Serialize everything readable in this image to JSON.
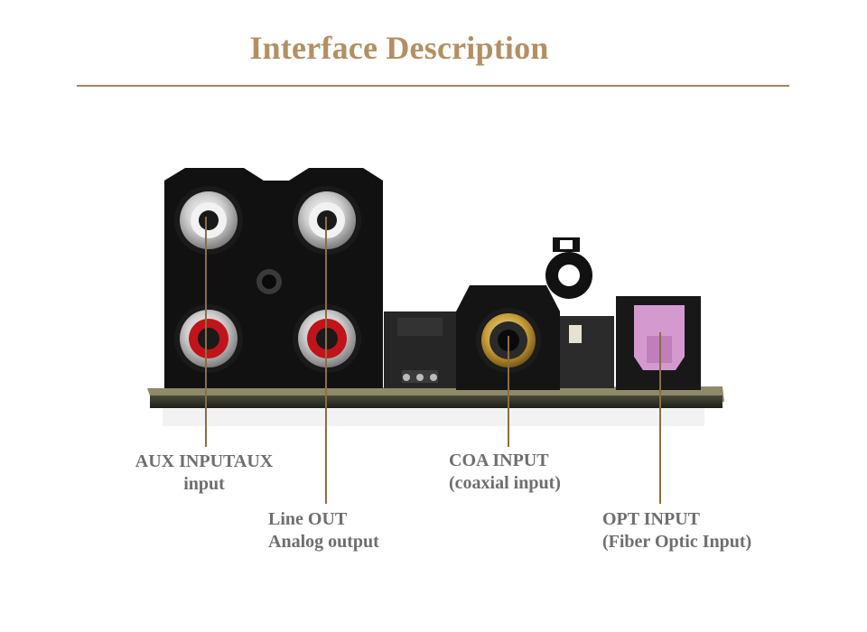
{
  "title": "Interface Description",
  "colors": {
    "title": "#b38f62",
    "rule": "#a38760",
    "leader": "#8a6f3e",
    "label": "#6e6e6e",
    "jack_white": "#d8d8d8",
    "jack_red": "#c0141a",
    "jack_gold": "#c9a13b",
    "optical_pink": "#d49ad0",
    "pcb": "#2a2a22"
  },
  "labels": {
    "aux": {
      "line1": "AUX INPUTAUX",
      "line2": "input"
    },
    "line_out": {
      "line1": "Line OUT",
      "line2": "Analog output"
    },
    "coa": {
      "line1": "COA INPUT",
      "line2": "(coaxial input)"
    },
    "opt": {
      "line1": "OPT INPUT",
      "line2": "(Fiber Optic Input)"
    }
  }
}
